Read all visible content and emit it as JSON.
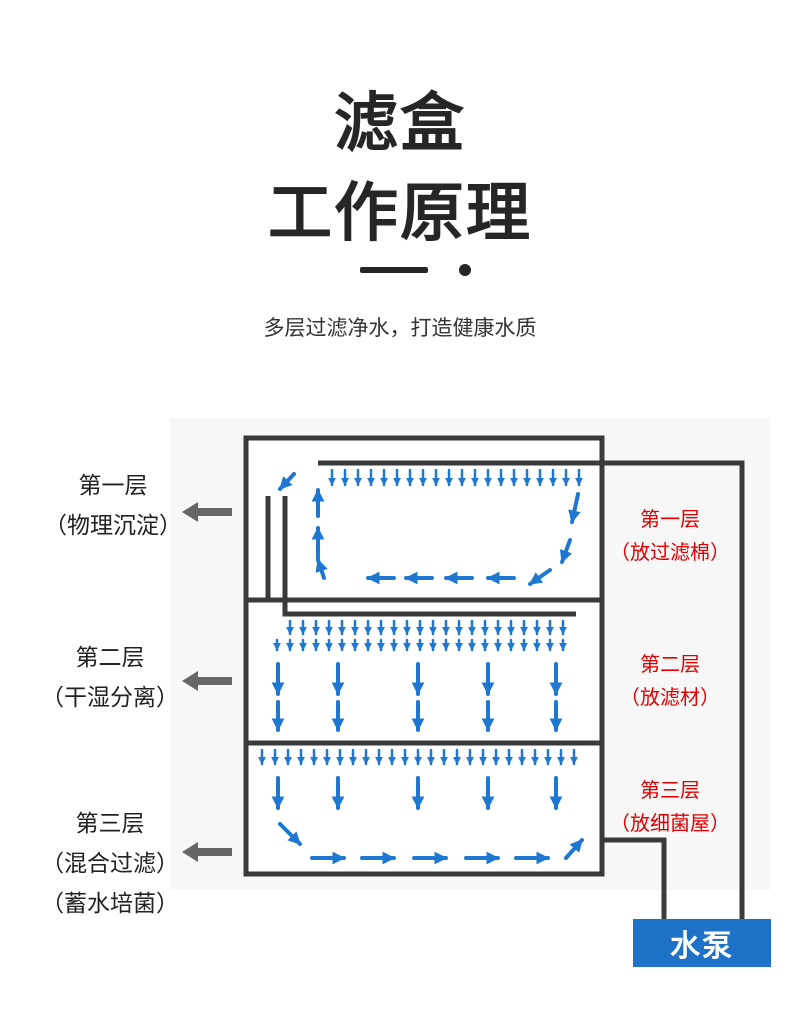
{
  "title": {
    "line1": "滤盒",
    "line2": "工作原理"
  },
  "subtitle": "多层过滤净水，打造健康水质",
  "left_labels": [
    {
      "name": "第一层",
      "desc": "（物理沉淀）"
    },
    {
      "name": "第二层",
      "desc": "（干湿分离）"
    },
    {
      "name": "第三层",
      "desc": "（混合过滤）",
      "desc2": "（蓄水培菌）"
    }
  ],
  "right_labels": [
    {
      "name": "第一层",
      "desc": "（放过滤棉）"
    },
    {
      "name": "第二层",
      "desc": "（放滤材）"
    },
    {
      "name": "第三层",
      "desc": "（放细菌屋）"
    }
  ],
  "pump_label": "水泵",
  "colors": {
    "frame": "#3a3a3a",
    "arrow_blue": "#1e78d2",
    "pump": "#1e73c8",
    "gray_arrow": "#666666",
    "label_red": "#e00000"
  }
}
